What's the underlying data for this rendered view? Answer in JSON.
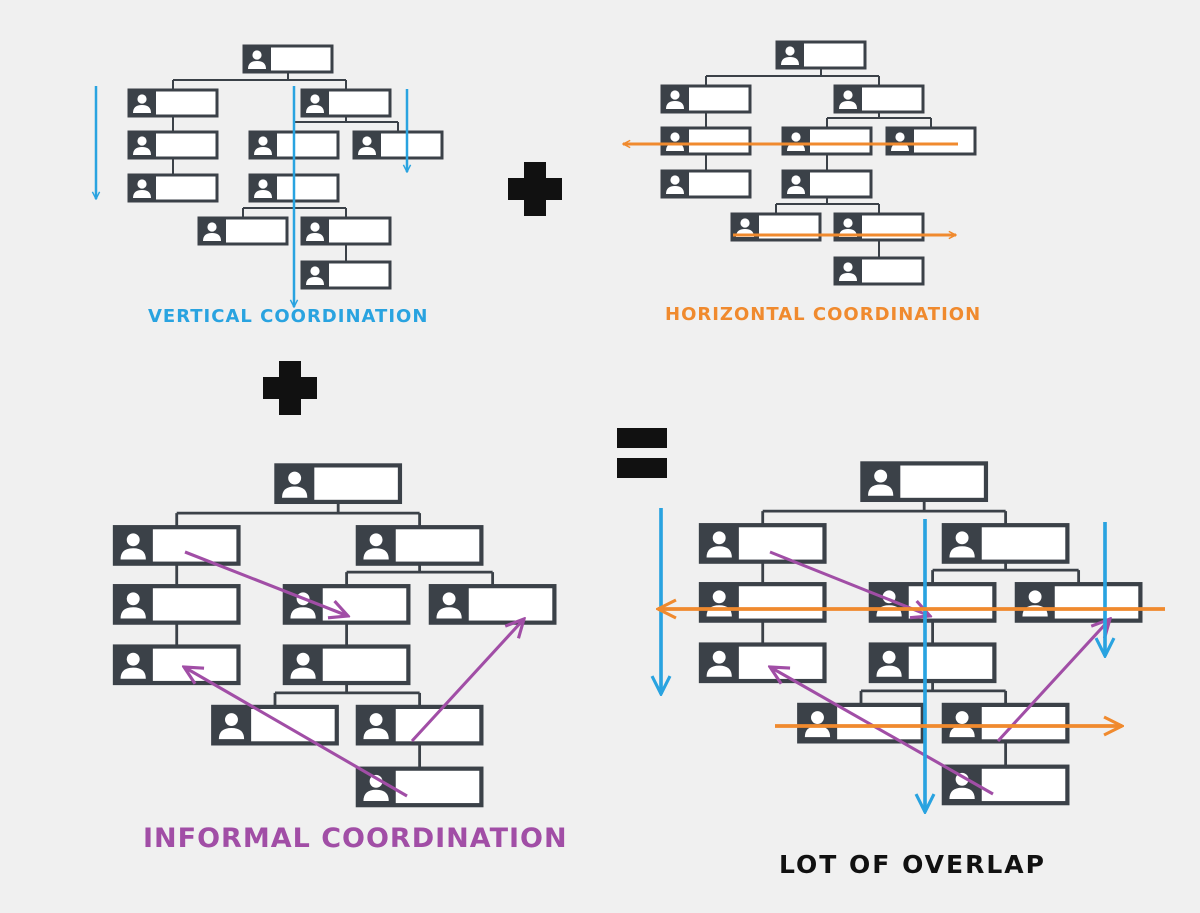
{
  "labels": {
    "vertical": "VERTICAL COORDINATION",
    "horizontal": "HORIZONTAL COORDINATION",
    "informal": "INFORMAL COORDINATION",
    "overlap": "LOT OF OVERLAP"
  },
  "operators": [
    "plus",
    "plus",
    "equals"
  ],
  "colors": {
    "background": "#f0f0f0",
    "box_dark": "#3b4148",
    "vertical": "#29a3e0",
    "horizontal": "#f08a2e",
    "informal": "#a14ea6",
    "operator": "#111111"
  },
  "icons": [
    "person-icon"
  ]
}
